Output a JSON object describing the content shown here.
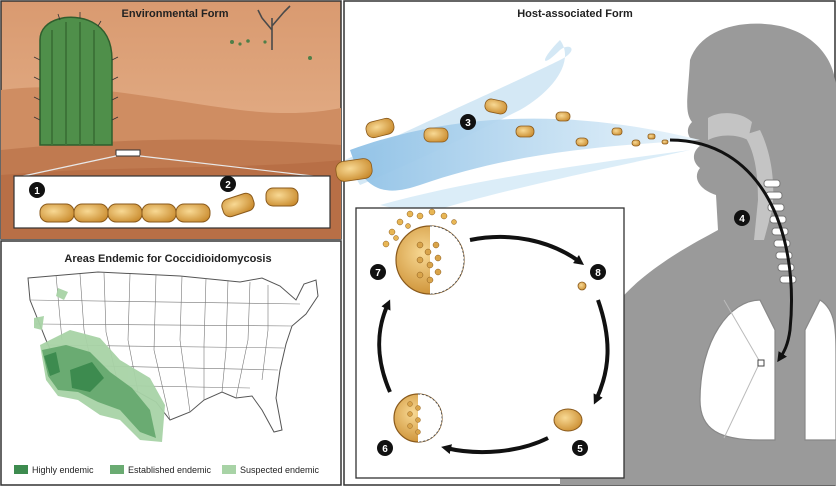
{
  "panels": {
    "environmental": {
      "title": "Environmental Form"
    },
    "host": {
      "title": "Host-associated Form"
    },
    "endemic": {
      "title": "Areas Endemic for Coccidioidomycosis"
    }
  },
  "steps": [
    "1",
    "2",
    "3",
    "4",
    "5",
    "6",
    "7",
    "8"
  ],
  "legend": [
    {
      "label": "Highly endemic",
      "color": "#3d8b4f"
    },
    {
      "label": "Established endemic",
      "color": "#6aab72"
    },
    {
      "label": "Suspected endemic",
      "color": "#a8d3a6"
    }
  ],
  "colors": {
    "sand_dark": "#c98a60",
    "sand_light": "#e6b894",
    "cactus": "#4f8f4a",
    "arthroconidia": "#e8b654",
    "air_stream": "#b7d8ef",
    "human": "#9a9a9a",
    "human_light": "#c4c4c4",
    "arrow": "#111111"
  }
}
